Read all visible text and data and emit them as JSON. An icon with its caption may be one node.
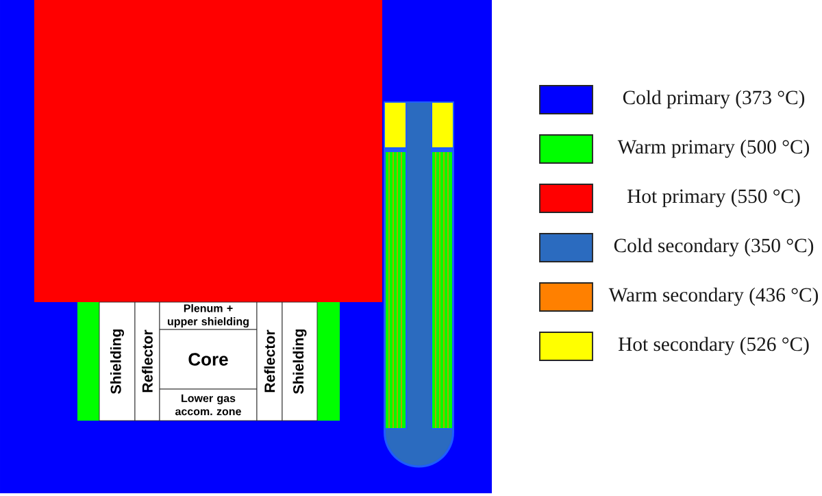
{
  "diagram": {
    "nodes": [
      {
        "text": [
          "Shielding"
        ]
      },
      {
        "text": [
          "Reflector"
        ]
      },
      {
        "text": [
          "Plenum + upper shielding"
        ]
      },
      {
        "text": [
          "Core"
        ]
      },
      {
        "text": [
          "Lower gas accom. zone"
        ]
      },
      {
        "text": [
          "Reflector"
        ]
      },
      {
        "text": [
          "Shielding"
        ]
      }
    ],
    "legend": [
      {
        "text": "Cold primary (373 °C)",
        "color": "#0000ff"
      },
      {
        "text": "Warm primary (500 °C)",
        "color": "#00ff00"
      },
      {
        "text": "Hot primary (550 °C)",
        "color": "#ff0000"
      },
      {
        "text": "Cold secondary (350 °C)",
        "color": "#2b6bbf"
      },
      {
        "text": "Warm secondary (436 °C)",
        "color": "#ff8000"
      },
      {
        "text": "Hot secondary (526 °C)",
        "color": "#ffff00"
      }
    ]
  }
}
